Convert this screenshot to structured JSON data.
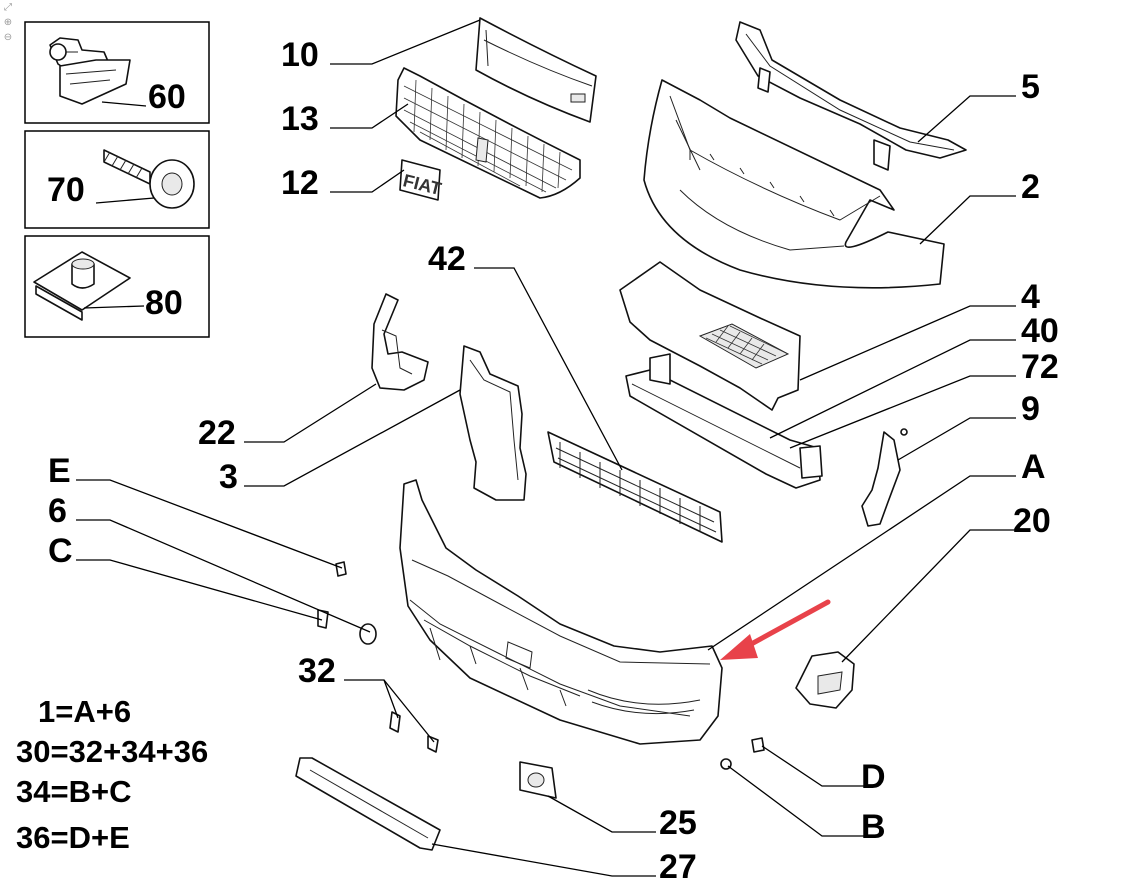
{
  "callouts": [
    {
      "id": "c10",
      "text": "10"
    },
    {
      "id": "c13",
      "text": "13"
    },
    {
      "id": "c12",
      "text": "12"
    },
    {
      "id": "c5",
      "text": "5"
    },
    {
      "id": "c2",
      "text": "2"
    },
    {
      "id": "c42",
      "text": "42"
    },
    {
      "id": "c4",
      "text": "4"
    },
    {
      "id": "c40",
      "text": "40"
    },
    {
      "id": "c72",
      "text": "72"
    },
    {
      "id": "c9",
      "text": "9"
    },
    {
      "id": "cA",
      "text": "A"
    },
    {
      "id": "c20",
      "text": "20"
    },
    {
      "id": "c22",
      "text": "22"
    },
    {
      "id": "c3",
      "text": "3"
    },
    {
      "id": "cE",
      "text": "E"
    },
    {
      "id": "c6",
      "text": "6"
    },
    {
      "id": "cC",
      "text": "C"
    },
    {
      "id": "c32",
      "text": "32"
    },
    {
      "id": "cD",
      "text": "D"
    },
    {
      "id": "cB",
      "text": "B"
    },
    {
      "id": "c25",
      "text": "25"
    },
    {
      "id": "c27",
      "text": "27"
    }
  ],
  "inset_boxes": [
    {
      "id": "box60",
      "text": "60"
    },
    {
      "id": "box70",
      "text": "70"
    },
    {
      "id": "box80",
      "text": "80"
    }
  ],
  "formulas": [
    "1=A+6",
    "30=32+34+36",
    "34=B+C",
    "36=D+E"
  ],
  "badge_text": "FIAT",
  "colors": {
    "arrow": "#e8424a",
    "line": "#000000"
  },
  "icons": [
    "zoom-reset-icon",
    "zoom-in-icon",
    "zoom-out-icon"
  ]
}
